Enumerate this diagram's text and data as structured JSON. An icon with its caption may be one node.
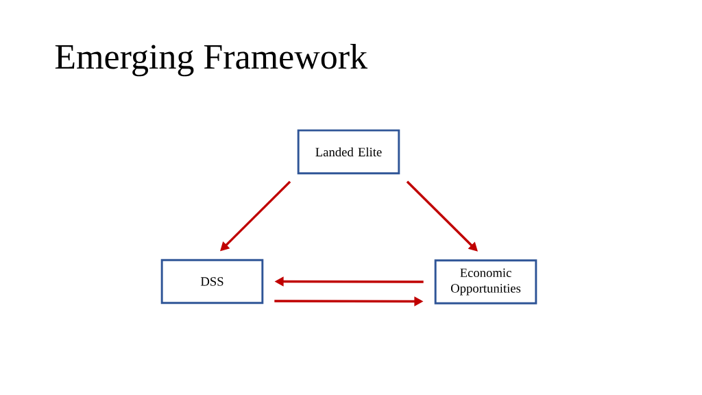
{
  "diagram": {
    "title": "Emerging Framework",
    "nodes": [
      {
        "text": [
          "Landed Elite"
        ]
      },
      {
        "text": [
          "DSS"
        ]
      },
      {
        "text": [
          "Economic Opportunities"
        ]
      }
    ],
    "edges": [
      {
        "from": 0,
        "to": 1,
        "arrow": "to"
      },
      {
        "from": 0,
        "to": 2,
        "arrow": "to"
      },
      {
        "from": 2,
        "to": 1,
        "arrow": "to"
      },
      {
        "from": 1,
        "to": 2,
        "arrow": "to"
      }
    ]
  }
}
